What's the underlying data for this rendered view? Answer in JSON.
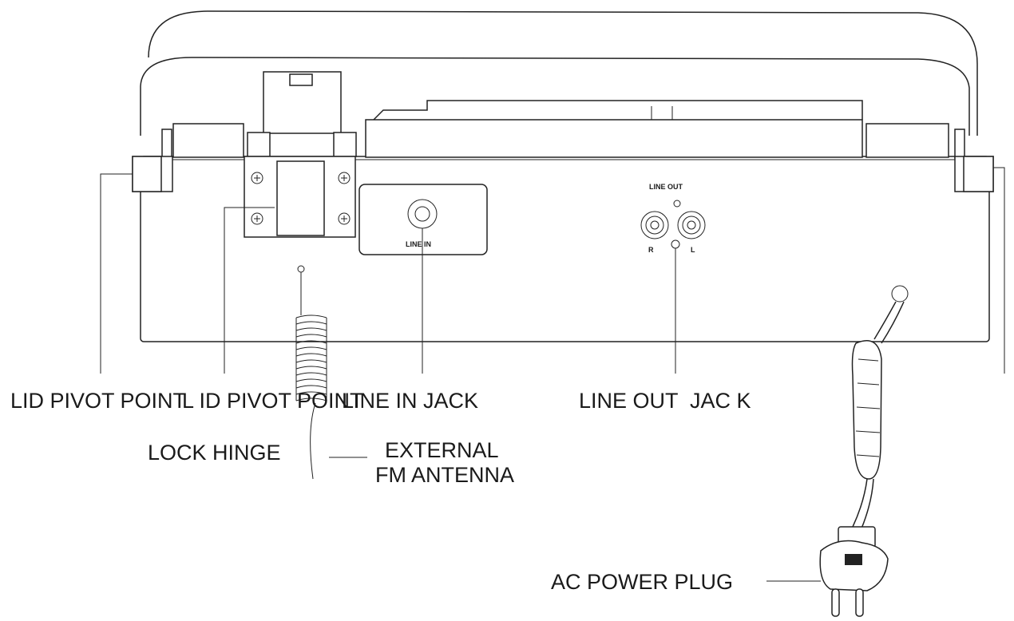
{
  "labels": {
    "lid_pivot_left": "LID PIVOT POINT",
    "lid_pivot_right": "L ID PIVOT POINT",
    "line_in_jack": "LINE IN JACK",
    "line_out_jack": "LINE OUT  JAC K",
    "lock_hinge": "LOCK HINGE",
    "antenna_line1": "EXTERNAL",
    "antenna_line2": "FM ANTENNA",
    "ac_power_plug": "AC POWER PLUG"
  },
  "panel_text": {
    "line_in": "LINE IN",
    "line_out": "LINE OUT",
    "right_channel": "R",
    "left_channel": "L"
  }
}
